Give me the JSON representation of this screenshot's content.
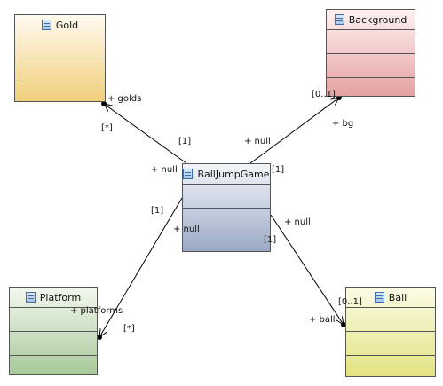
{
  "classes": {
    "gold": "Gold",
    "background": "Background",
    "main": "BallJumpGame",
    "platform": "Platform",
    "ball": "Ball"
  },
  "associations": {
    "gold": {
      "role": "+ golds",
      "multiplicity": "[*]",
      "source_role": "+ null",
      "source_multiplicity": "[1]"
    },
    "background": {
      "role": "+ bg",
      "multiplicity": "[0..1]",
      "source_role": "+ null",
      "source_multiplicity": "[1]"
    },
    "platform": {
      "role": "+ platforms",
      "multiplicity": "[*]",
      "source_role": "+ null",
      "source_multiplicity": "[1]"
    },
    "ball": {
      "role": "+ ball",
      "multiplicity": "[0..1]",
      "source_role": "+ null",
      "source_multiplicity": "[1]"
    }
  },
  "colors": {
    "gold_fill": "#f1cf7c",
    "background_fill": "#e4a1a1",
    "main_fill": "#9aa9c5",
    "platform_fill": "#a7c99a",
    "ball_fill": "#e2e283",
    "line": "#000000"
  },
  "icons": {
    "class_header": "class-icon"
  }
}
